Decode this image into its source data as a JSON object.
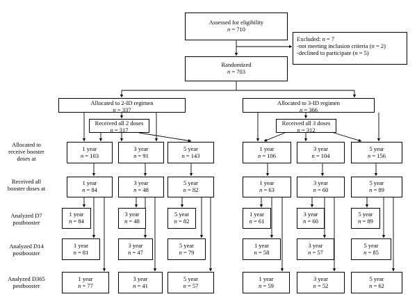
{
  "assessed": {
    "title": "Assessed for eligibility",
    "n": "n = 710"
  },
  "excluded": {
    "title": "Excluded: n = 7",
    "reason1": "-not meeting inclusion criteria (n = 2)",
    "reason2": "-declined to participate (n = 5)"
  },
  "randomized": {
    "title": "Randomized",
    "n": "n = 703"
  },
  "arm2": {
    "title": "Allocated to 2-ID regimen",
    "n": "n = 337",
    "received_all": {
      "title": "Received all 2 doses",
      "n": "n = 317"
    },
    "allocated": [
      {
        "year": "1 year",
        "n": "n = 103"
      },
      {
        "year": "3 year",
        "n": "n = 91"
      },
      {
        "year": "5 year",
        "n": "n = 143"
      }
    ],
    "received": [
      {
        "year": "1 year",
        "n": "n = 84"
      },
      {
        "year": "3 year",
        "n": "n = 48"
      },
      {
        "year": "5 year",
        "n": "n = 82"
      }
    ],
    "d7": [
      {
        "year": "1 year",
        "n": "n = 84"
      },
      {
        "year": "3 year",
        "n": "n = 48"
      },
      {
        "year": "5 year",
        "n": "n = 82"
      }
    ],
    "d14": [
      {
        "year": "1 year",
        "n": "n = 81"
      },
      {
        "year": "3 year",
        "n": "n = 47"
      },
      {
        "year": "5 year",
        "n": "n = 79"
      }
    ],
    "d365": [
      {
        "year": "1 year",
        "n": "n = 77"
      },
      {
        "year": "3 year",
        "n": "n = 41"
      },
      {
        "year": "5 year",
        "n": "n = 57"
      }
    ]
  },
  "arm3": {
    "title": "Allocated to 3-ID regimen",
    "n": "n = 366",
    "received_all": {
      "title": "Received all 3 doses",
      "n": "n = 312"
    },
    "allocated": [
      {
        "year": "1 year",
        "n": "n = 106"
      },
      {
        "year": "3 year",
        "n": "n = 104"
      },
      {
        "year": "5 year",
        "n": "n = 156"
      }
    ],
    "received": [
      {
        "year": "1 year",
        "n": "n = 63"
      },
      {
        "year": "3 year",
        "n": "n = 60"
      },
      {
        "year": "5 year",
        "n": "n = 89"
      }
    ],
    "d7": [
      {
        "year": "1 year",
        "n": "n = 61"
      },
      {
        "year": "3 year",
        "n": "n = 60"
      },
      {
        "year": "5 year",
        "n": "n = 89"
      }
    ],
    "d14": [
      {
        "year": "1 year",
        "n": "n = 58"
      },
      {
        "year": "3 year",
        "n": "n = 57"
      },
      {
        "year": "5 year",
        "n": "n = 85"
      }
    ],
    "d365": [
      {
        "year": "1 year",
        "n": "n = 59"
      },
      {
        "year": "3 year",
        "n": "n = 52"
      },
      {
        "year": "5 year",
        "n": "n = 62"
      }
    ]
  },
  "row_labels": {
    "allocated": [
      "Allocated to",
      "receive booster",
      "doses at"
    ],
    "received": [
      "Received all",
      "booster doses at"
    ],
    "d7": [
      "Analyzed D7",
      "postbooster"
    ],
    "d14": [
      "Analyzed D14",
      "postbooster"
    ],
    "d365": [
      "Analyzed D365",
      "postbooster"
    ]
  }
}
